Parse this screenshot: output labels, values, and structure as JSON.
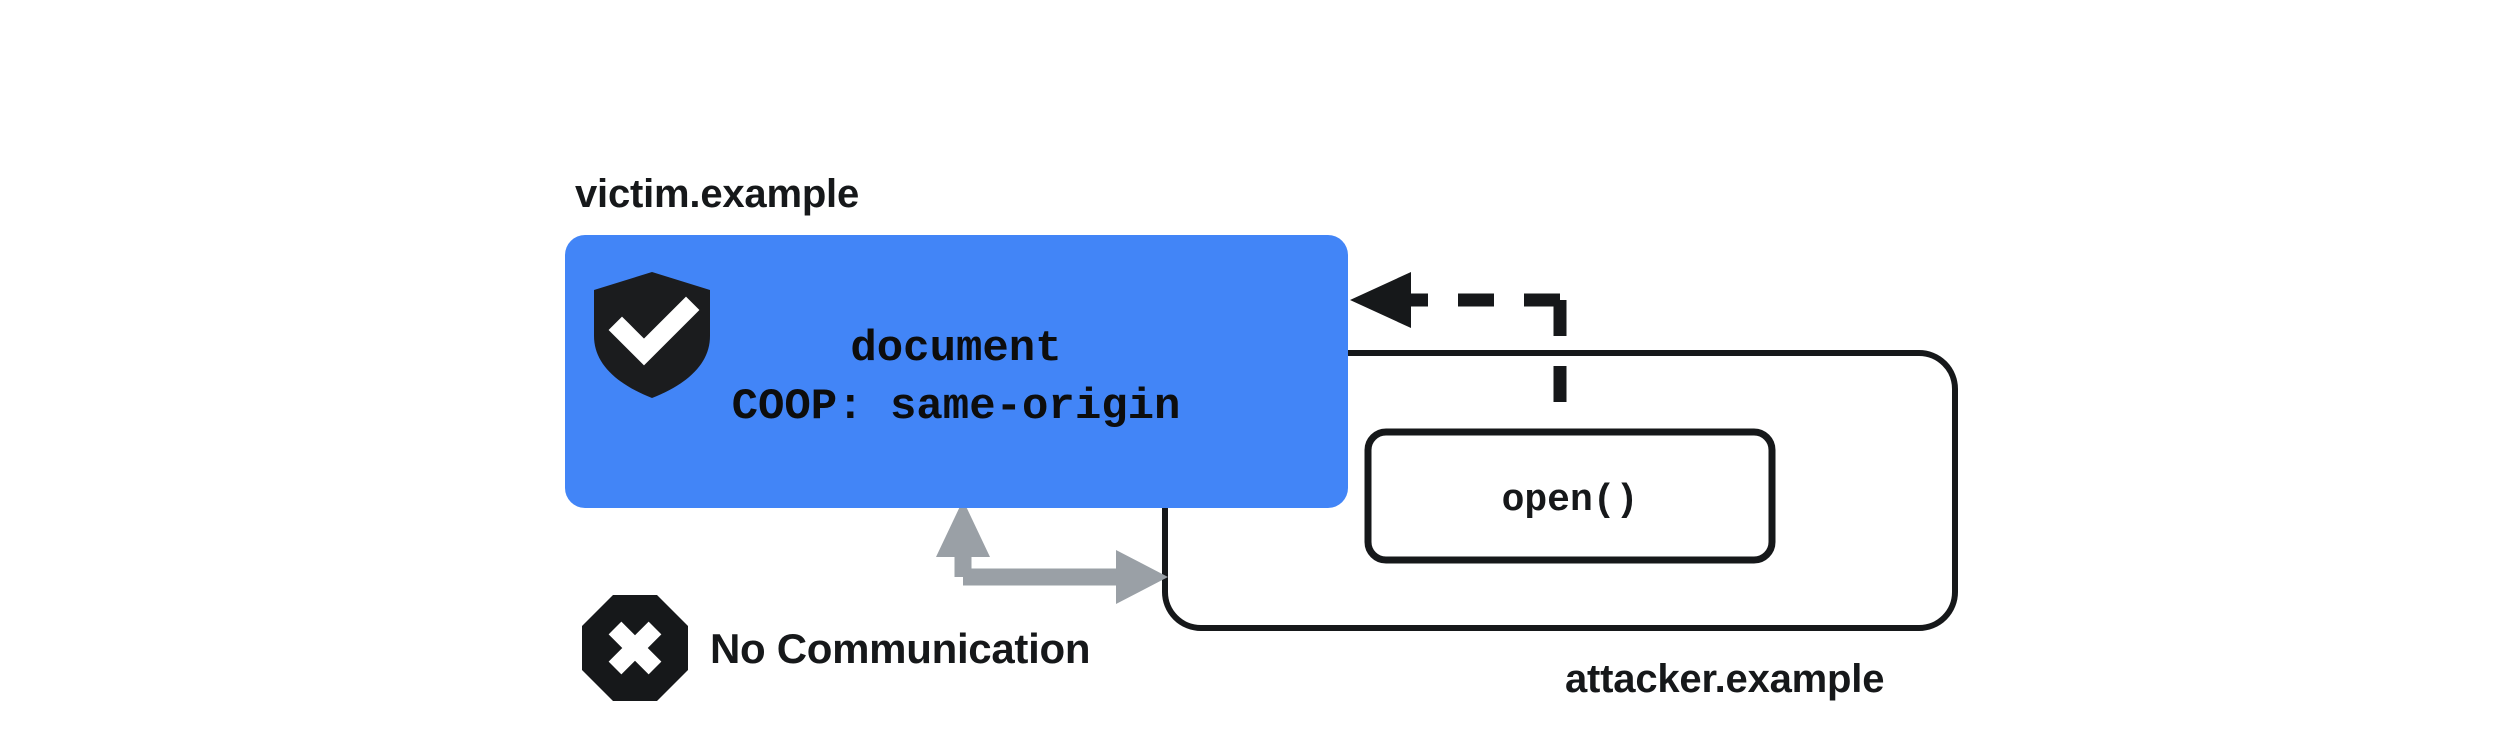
{
  "diagram": {
    "title": "COOP same-origin isolation diagram",
    "colors": {
      "accent_blue": "#4285F7",
      "ink": "#16181A",
      "gray_arrow": "#9AA0A6",
      "white": "#FFFFFF"
    },
    "victim": {
      "label": "victim.example",
      "shield_icon": "shield-check-icon",
      "document_label": "document",
      "coop_header": "COOP: same-origin"
    },
    "attacker": {
      "label": "attacker.example",
      "open_call": "open()"
    },
    "relation": {
      "no_communication_label": "No Communication",
      "blocked_icon": "octagon-x-icon",
      "open_arrow_icon": "dashed-arrow-left-icon",
      "blocked_arrow_icon": "gray-elbow-arrow-icon"
    }
  }
}
